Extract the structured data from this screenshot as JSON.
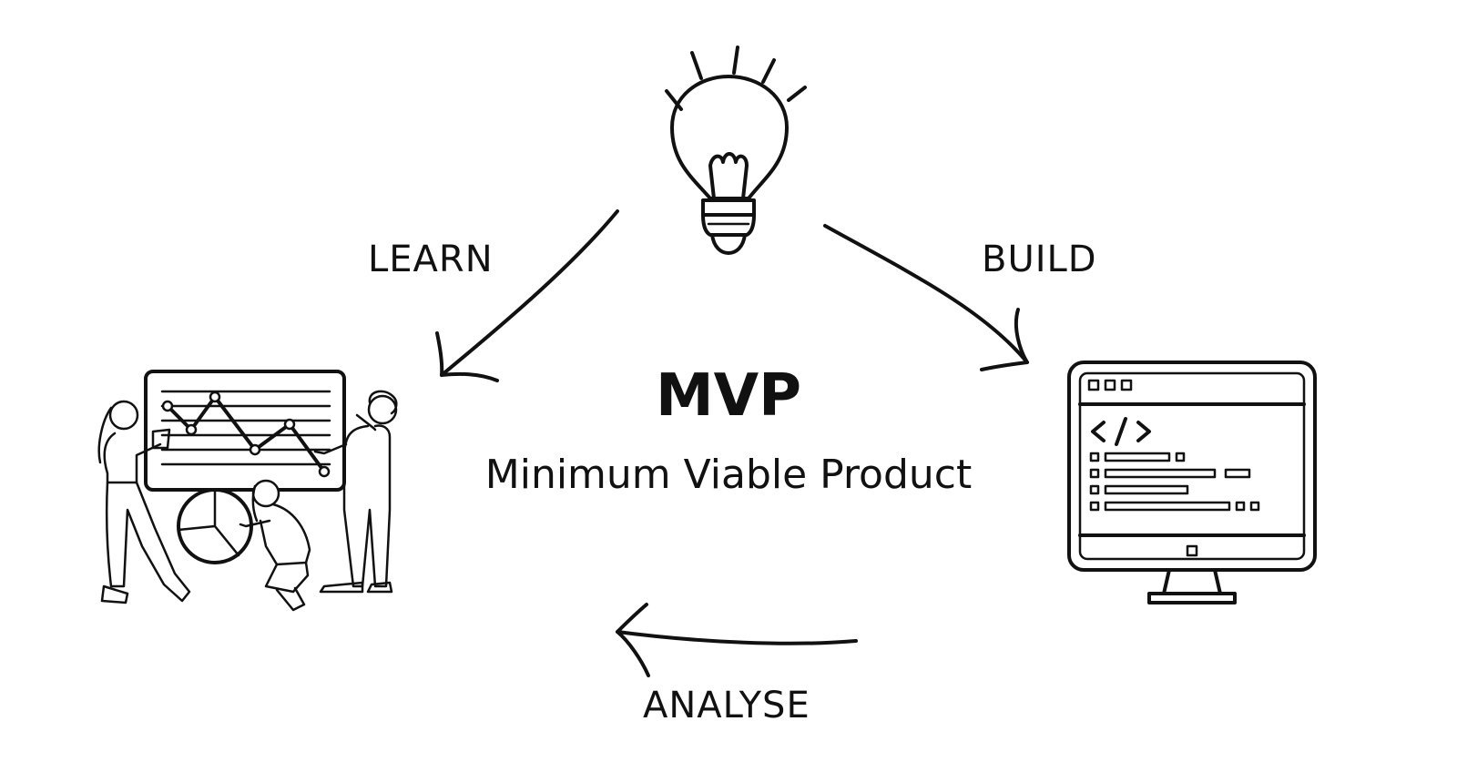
{
  "diagram": {
    "title": "MVP",
    "subtitle": "Minimum Viable Product",
    "steps": {
      "learn": "LEARN",
      "build": "BUILD",
      "analyse": "ANALYSE"
    },
    "icons": {
      "idea": "lightbulb-icon",
      "build": "computer-code-icon",
      "analyse": "team-analytics-icon"
    }
  }
}
